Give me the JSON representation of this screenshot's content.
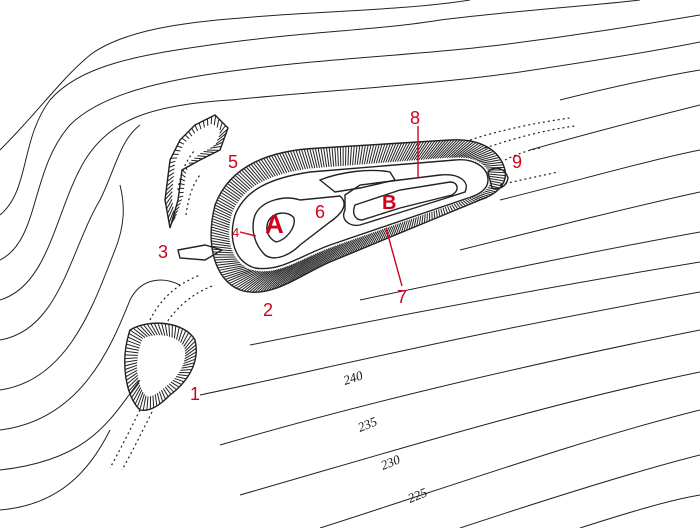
{
  "labels": {
    "areas": [
      "A",
      "B"
    ],
    "points": [
      "1",
      "2",
      "3",
      "4",
      "5",
      "6",
      "7",
      "8",
      "9"
    ]
  },
  "elevations": [
    "240",
    "235",
    "230",
    "225"
  ],
  "colors": {
    "ink": "#222222",
    "label": "#d0021b",
    "paper": "#ffffff"
  }
}
